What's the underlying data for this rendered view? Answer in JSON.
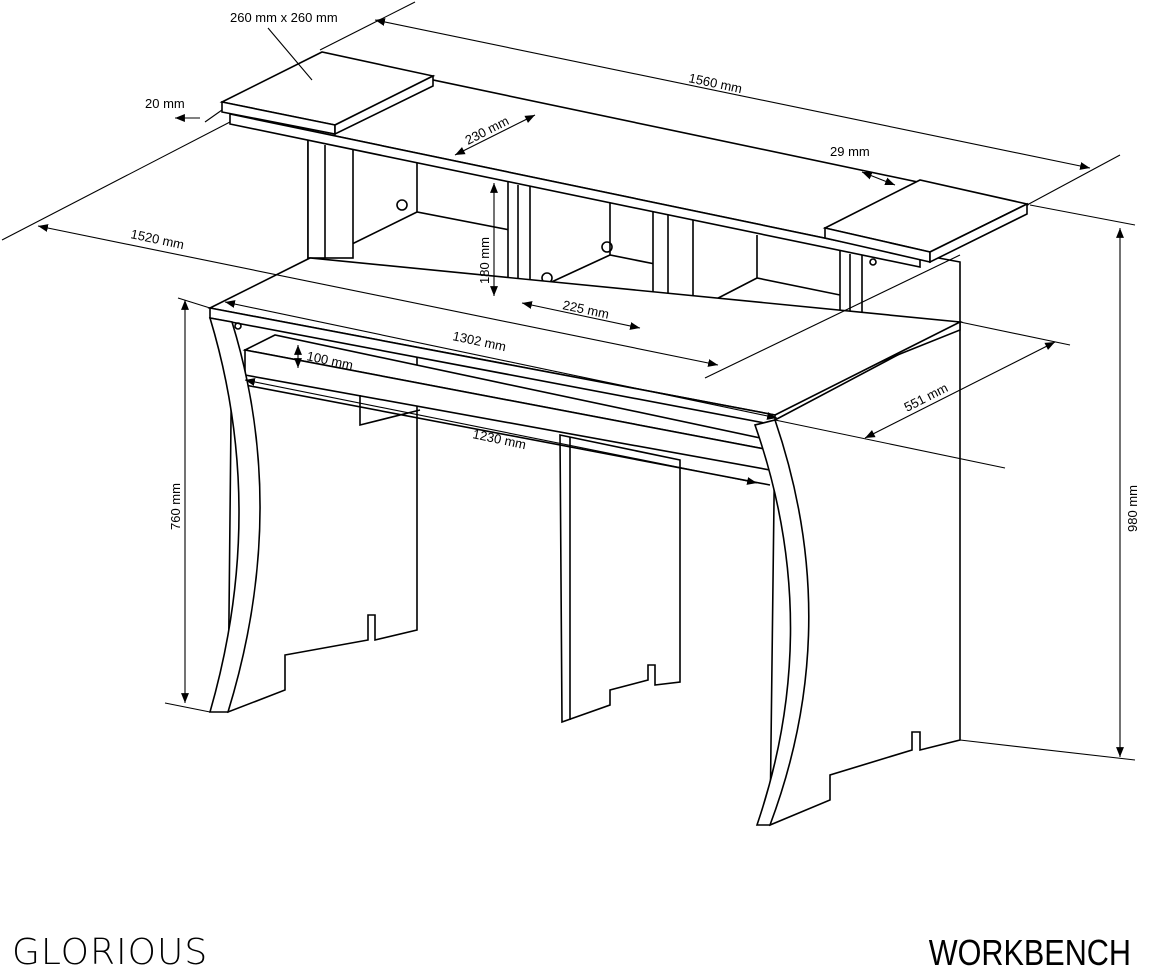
{
  "brand": "GLORIOUS",
  "product": "WORKBENCH",
  "dimensions": {
    "total_width": "1560 mm",
    "desk_width": "1520 mm",
    "inner_width": "1302 mm",
    "shelf_width": "1230 mm",
    "depth": "551 mm",
    "total_height": "980 mm",
    "desk_height": "760 mm",
    "riser_height": "180 mm",
    "compartment_width": "225 mm",
    "riser_depth": "230 mm",
    "keyboard_shelf_height": "100 mm",
    "platform_size": "260 mm x 260 mm",
    "overhang": "20 mm",
    "platform_thickness": "29 mm"
  }
}
